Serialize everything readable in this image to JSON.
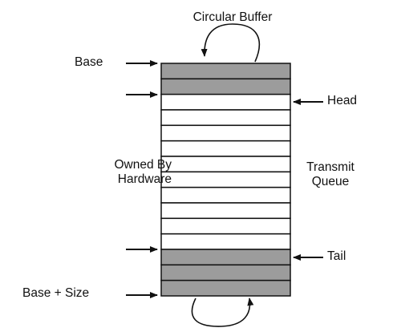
{
  "title": "Circular Buffer",
  "pointers": {
    "base": "Base",
    "base_plus_size": "Base + Size",
    "head": "Head",
    "tail": "Tail"
  },
  "regions": {
    "owned_by_hardware": [
      "Owned By",
      "Hardware"
    ],
    "transmit_queue": [
      "Transmit",
      "Queue"
    ]
  },
  "buffer": {
    "slot_count": 15,
    "shaded_slots": [
      0,
      1,
      12,
      13,
      14
    ],
    "colors": {
      "shaded": "#9c9c9c",
      "empty": "#ffffff",
      "stroke": "#111111"
    }
  }
}
